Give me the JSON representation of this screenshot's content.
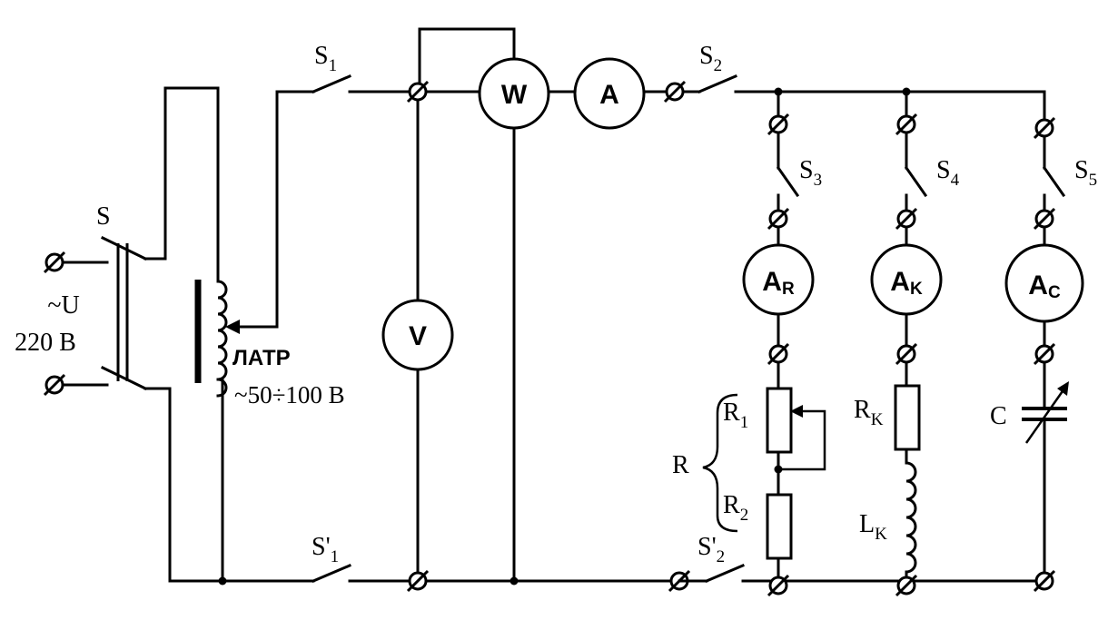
{
  "source": {
    "voltage_label": "~U",
    "voltage_value": "220 В",
    "switch_label": "S"
  },
  "autotransformer": {
    "name": "ЛАТР",
    "range": "~50÷100 В"
  },
  "switches": {
    "s1": "S",
    "s1_sub": "1",
    "s1p": "S'",
    "s1p_sub": "1",
    "s2": "S",
    "s2_sub": "2",
    "s2p": "S'",
    "s2p_sub": "2",
    "s3": "S",
    "s3_sub": "3",
    "s4": "S",
    "s4_sub": "4",
    "s5": "S",
    "s5_sub": "5"
  },
  "meters": {
    "voltmeter": "V",
    "wattmeter": "W",
    "ammeter": "A",
    "ammeter_r": "A",
    "ammeter_r_sub": "R",
    "ammeter_k": "A",
    "ammeter_k_sub": "K",
    "ammeter_c": "A",
    "ammeter_c_sub": "C"
  },
  "components": {
    "r_total": "R",
    "r1": "R",
    "r1_sub": "1",
    "r2": "R",
    "r2_sub": "2",
    "rk": "R",
    "rk_sub": "K",
    "lk": "L",
    "lk_sub": "K",
    "c": "C"
  }
}
